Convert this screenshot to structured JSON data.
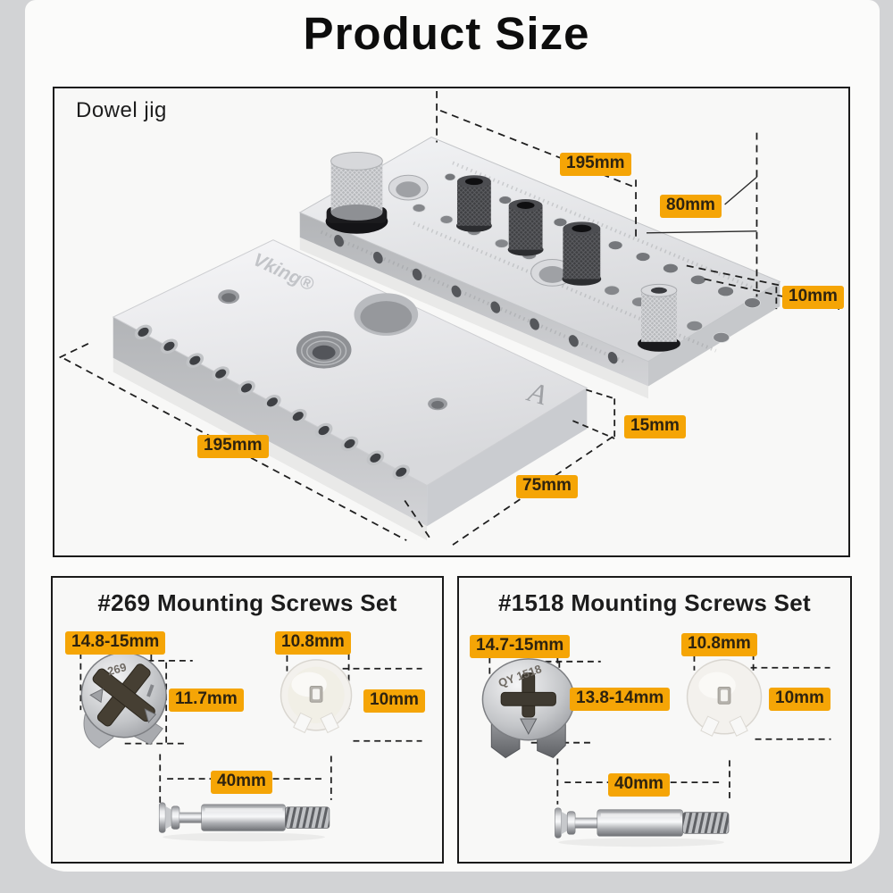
{
  "title": "Product Size",
  "colors": {
    "accent": "#F5A506",
    "label_text": "#2E2310",
    "border": "#1A1A1A"
  },
  "jig_section": {
    "label": "Dowel jig",
    "top_plate": {
      "length": "195mm",
      "width": "80mm",
      "thickness": "10mm"
    },
    "bottom_plate": {
      "length": "195mm",
      "width": "75mm",
      "thickness": "15mm",
      "engraving": "A",
      "brand": "Vking®"
    }
  },
  "screw_sets": [
    {
      "title": "#269 Mounting Screws Set",
      "cam_engraving": "269",
      "cam_diameter": "14.8-15mm",
      "cam_height": "11.7mm",
      "washer_diameter": "10.8mm",
      "washer_height": "10mm",
      "bolt_length": "40mm"
    },
    {
      "title": "#1518 Mounting Screws Set",
      "cam_engraving": "QY 1518",
      "cam_diameter": "14.7-15mm",
      "cam_height": "13.8-14mm",
      "washer_diameter": "10.8mm",
      "washer_height": "10mm",
      "bolt_length": "40mm"
    }
  ]
}
